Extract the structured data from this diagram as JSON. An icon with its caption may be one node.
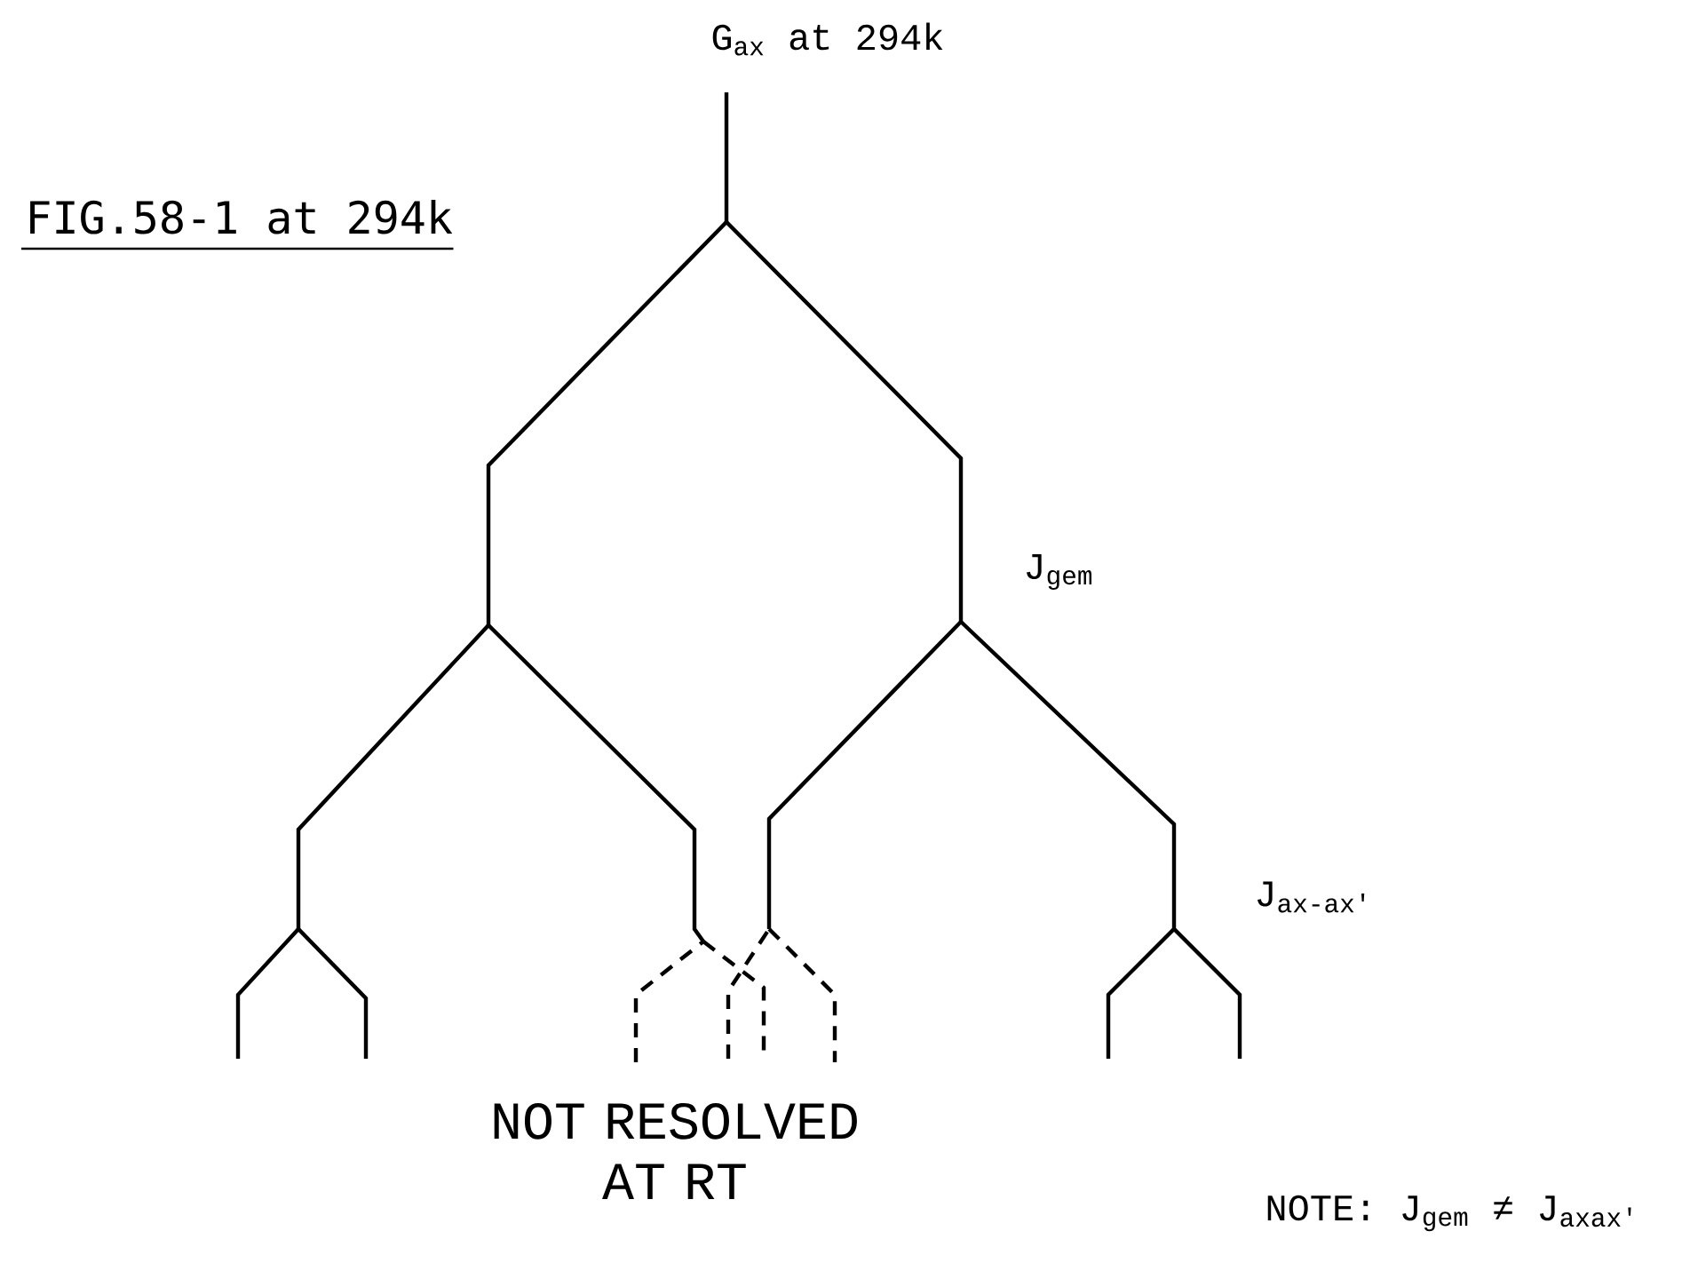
{
  "diagram": {
    "title": "FIG.58-1 at 294k",
    "labels": [
      "G$_{ax}$ at 294k",
      "J$_{gem}$",
      "J$_{ax-ax'}$",
      "NOT RESOLVED AT RT",
      "NOTE:  J$_{gem}$ ≠ J$_{axax'}$"
    ]
  }
}
